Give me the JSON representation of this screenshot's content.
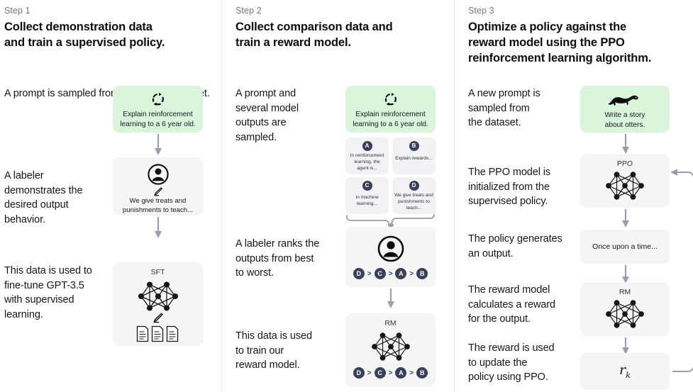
{
  "theme": {
    "background": "#ffffff",
    "panel_gray": "#f5f5f5",
    "panel_green": "#d9f5dc",
    "badge_navy": "#39415a",
    "arrow_gray": "#9a9cb0",
    "divider": "#e3e3e3",
    "step_label_color": "#72777d"
  },
  "steps": [
    {
      "label": "Step 1",
      "title": "Collect demonstration data\nand train a supervised policy.",
      "descriptions": [
        "A prompt is\nsampled from our\nprompt dataset.",
        "A labeler\ndemonstrates the\ndesired output\nbehavior.",
        "This data is used to\nfine-tune GPT-3.5\nwith supervised\nlearning."
      ],
      "panels": [
        {
          "name": "prompt-panel",
          "kind": "green",
          "icon": "reinforcement-loop-icon",
          "text": "Explain reinforcement\nlearning to a 6 year old."
        },
        {
          "name": "labeler-panel",
          "kind": "gray",
          "icon": "labeler-person-icon",
          "secondary_icon": "pencil-icon",
          "text": "We give treats and\npunishments to teach..."
        },
        {
          "name": "sft-panel",
          "kind": "gray",
          "title": "SFT",
          "icon": "neural-network-icon",
          "secondary_icon": "pencil-icon",
          "tertiary_icon": "documents-icon"
        }
      ]
    },
    {
      "label": "Step 2",
      "title": "Collect comparison data and\ntrain a reward model.",
      "descriptions": [
        "A prompt and\nseveral model\noutputs are\nsampled.",
        "A labeler ranks the\noutputs from best\nto worst.",
        "This data is used\nto train our\nreward model."
      ],
      "panels": [
        {
          "name": "prompt-panel",
          "kind": "green",
          "icon": "reinforcement-loop-icon",
          "text": "Explain reinforcement\nlearning to a 6 year old."
        },
        {
          "name": "ranking-panel",
          "kind": "gray",
          "icon": "labeler-person-icon",
          "ranking": [
            "D",
            "C",
            "A",
            "B"
          ]
        },
        {
          "name": "reward-model-panel",
          "kind": "gray",
          "title": "RM",
          "icon": "neural-network-icon",
          "ranking": [
            "D",
            "C",
            "A",
            "B"
          ]
        }
      ],
      "outputs": [
        {
          "letter": "A",
          "text": "In reinforcement\nlearning, the\nagent is..."
        },
        {
          "letter": "B",
          "text": "Explain rewards..."
        },
        {
          "letter": "C",
          "text": "In machine\nlearning..."
        },
        {
          "letter": "D",
          "text": "We give treats and\npunishments to\nteach..."
        }
      ]
    },
    {
      "label": "Step 3",
      "title": "Optimize a policy against the\nreward model using the PPO\nreinforcement learning algorithm.",
      "descriptions": [
        "A new prompt is\nsampled from\nthe dataset.",
        "The PPO model is\ninitialized from the\nsupervised policy.",
        "The policy generates\nan output.",
        "The reward model\ncalculates a reward\nfor the output.",
        "The reward is used\nto update the\npolicy using PPO."
      ],
      "panels": [
        {
          "name": "new-prompt-panel",
          "kind": "green",
          "icon": "otter-icon",
          "text": "Write a story\nabout otters."
        },
        {
          "name": "ppo-panel",
          "kind": "gray",
          "title": "PPO",
          "icon": "neural-network-icon"
        },
        {
          "name": "output-panel",
          "kind": "gray",
          "text": "Once upon a time..."
        },
        {
          "name": "rm-panel",
          "kind": "gray",
          "title": "RM",
          "icon": "neural-network-icon"
        },
        {
          "name": "reward-panel",
          "kind": "gray",
          "text": "r",
          "subscript": "k"
        }
      ]
    }
  ]
}
